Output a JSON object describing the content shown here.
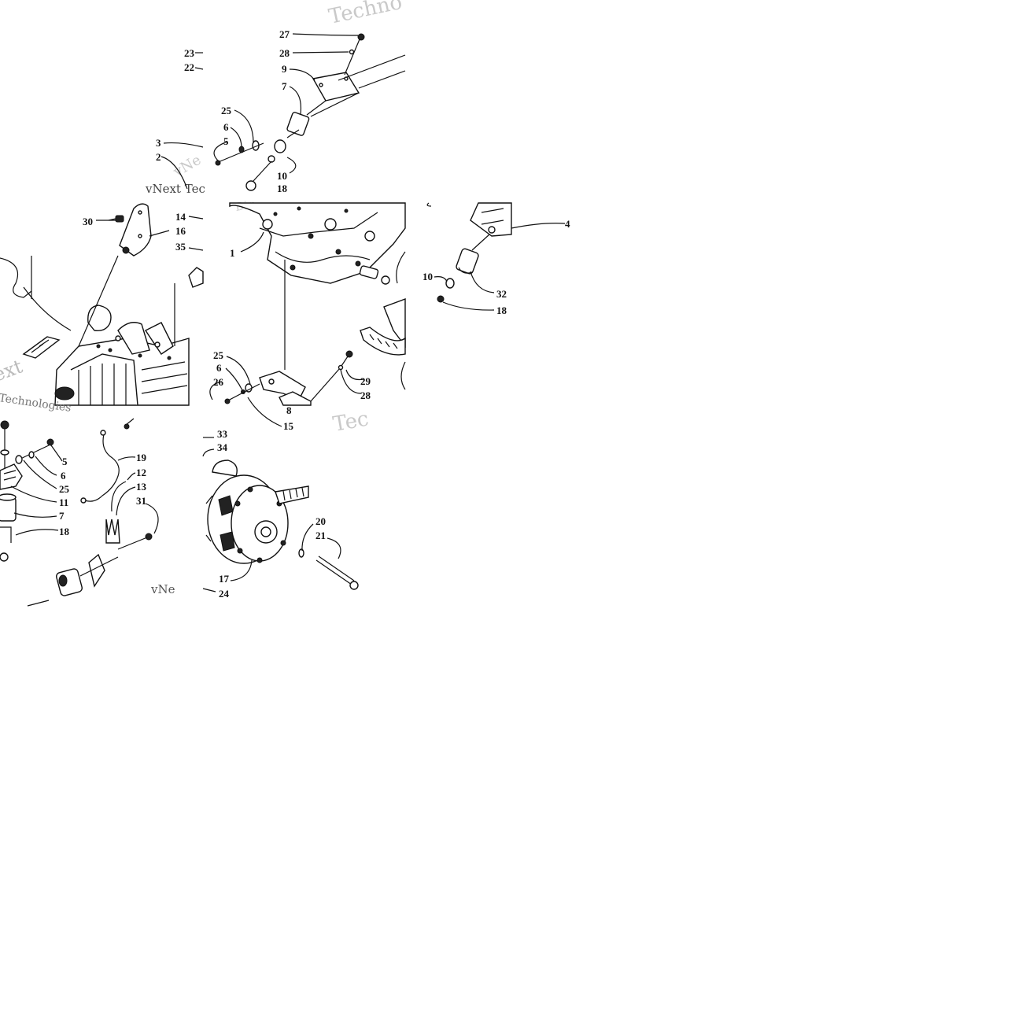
{
  "callouts": {
    "n27": "27",
    "n28a": "28",
    "n23": "23",
    "n22": "22",
    "n9a": "9",
    "n7a": "7",
    "n25a": "25",
    "n6a": "6",
    "n5a": "5",
    "n3": "3",
    "n2": "2",
    "n10a": "10",
    "n18a": "18",
    "n30": "30",
    "n14": "14",
    "n16": "16",
    "n35": "35",
    "n1": "1",
    "n4": "4",
    "n10b": "10",
    "n32": "32",
    "n18b": "18",
    "n25b": "25",
    "n6b": "6",
    "n26": "26",
    "n29": "29",
    "n28b": "28",
    "n8": "8",
    "n15": "15",
    "n5b": "5",
    "n6c": "6",
    "n25c": "25",
    "n11": "11",
    "n7b": "7",
    "n18c": "18",
    "n19": "19",
    "n12": "12",
    "n13": "13",
    "n31": "31",
    "n33": "33",
    "n34": "34",
    "n20": "20",
    "n21": "21",
    "n17": "17",
    "n24": "24"
  },
  "watermarks": {
    "w1": "Techno",
    "w2": "vNext Tec",
    "w3": "vNe",
    "w4": "Tec",
    "w5": "ext",
    "w6": "Technologies",
    "w7": "vNe",
    "w8": "Dig"
  }
}
